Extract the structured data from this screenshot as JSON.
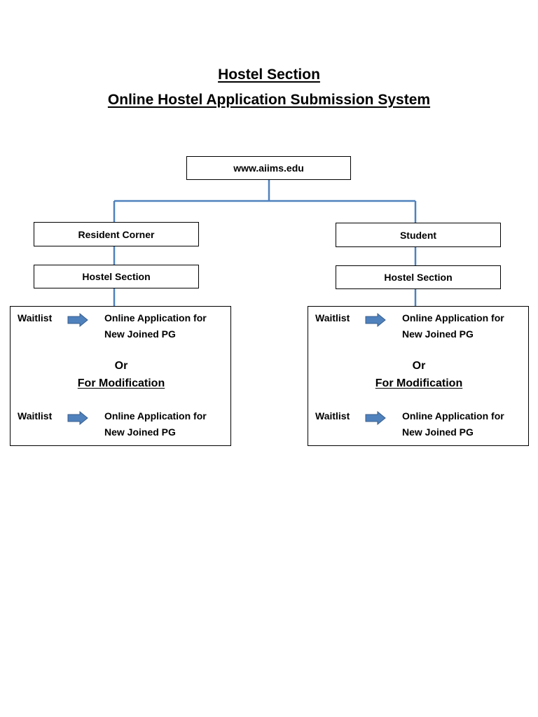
{
  "title": {
    "line1": "Hostel Section",
    "line2": "Online Hostel Application Submission System"
  },
  "root": {
    "label": "www.aiims.edu"
  },
  "colors": {
    "connector": "#4f81bd",
    "arrow": "#4f81bd",
    "arrow_outline": "#385d8a"
  },
  "branches": [
    {
      "label": "Resident Corner",
      "section": "Hostel Section",
      "panel": {
        "row1": {
          "waitlist": "Waitlist",
          "arrow_icon": "right-arrow-icon",
          "application": "Online Application for\nNew Joined PG"
        },
        "or": "Or",
        "modification": "For Modification",
        "row2": {
          "waitlist": "Waitlist",
          "arrow_icon": "right-arrow-icon",
          "application": "Online Application for\nNew Joined PG"
        }
      }
    },
    {
      "label": "Student",
      "section": "Hostel Section",
      "panel": {
        "row1": {
          "waitlist": "Waitlist",
          "arrow_icon": "right-arrow-icon",
          "application": "Online Application for\nNew Joined PG"
        },
        "or": "Or",
        "modification": "For Modification",
        "row2": {
          "waitlist": "Waitlist",
          "arrow_icon": "right-arrow-icon",
          "application": "Online Application for\nNew Joined PG"
        }
      }
    }
  ]
}
